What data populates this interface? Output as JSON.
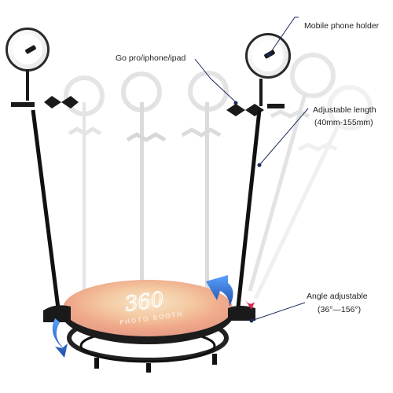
{
  "image": {
    "description_alt": "360 photo booth product photo with ring light stand"
  },
  "callouts": {
    "phone_holder": "Mobile phone holder",
    "gopro": "Go pro/iphone/ipad",
    "length_title": "Adjustable length",
    "length_range": "(40mm-155mm)",
    "angle_title": "Angle adjustable",
    "angle_range": "(36°—156°)"
  },
  "platform": {
    "logo_text": "360",
    "subtitle_text": "PHOTO BOOTH"
  },
  "colors": {
    "pole": "#1a1a1a",
    "ghost_pole": "#cfcfcf",
    "arrow_blue": "#2f6fd1",
    "arrow_red": "#d2264a",
    "callout_line": "#1a2a5a"
  }
}
